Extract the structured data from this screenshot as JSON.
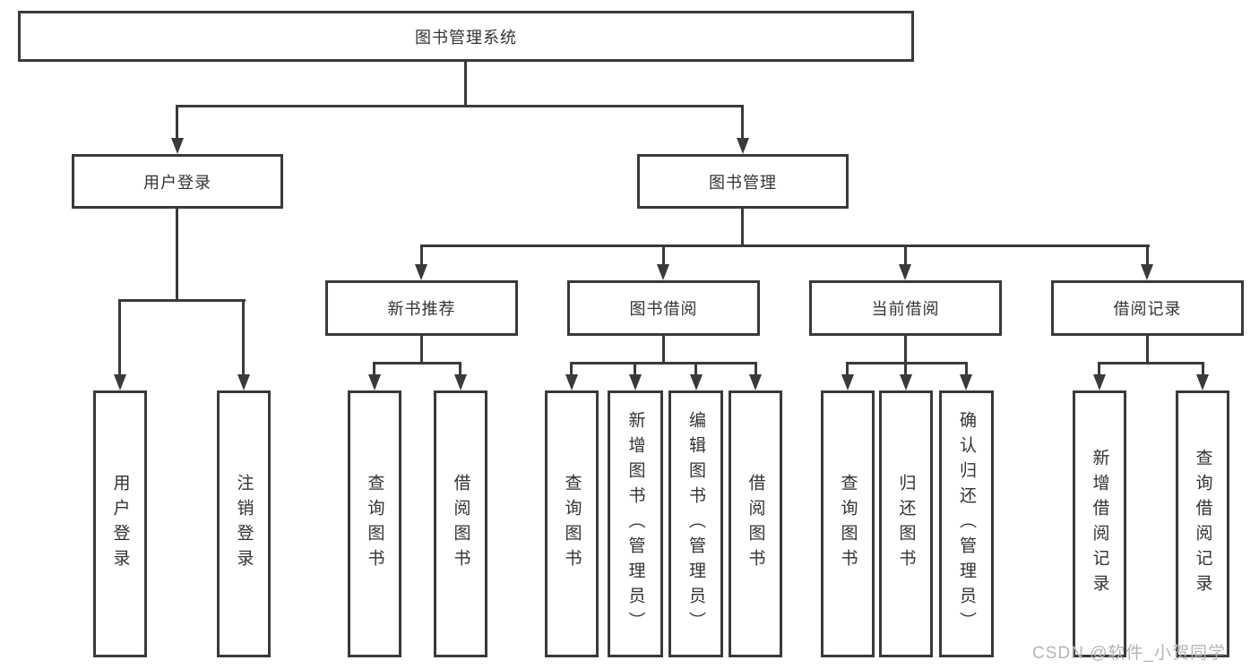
{
  "diagram": {
    "root": {
      "label": "图书管理系统"
    },
    "branches": [
      {
        "label": "用户登录",
        "children": [
          {
            "label": "用户登录"
          },
          {
            "label": "注销登录"
          }
        ]
      },
      {
        "label": "图书管理",
        "children": [
          {
            "label": "新书推荐",
            "children": [
              {
                "label": "查询图书"
              },
              {
                "label": "借阅图书"
              }
            ]
          },
          {
            "label": "图书借阅",
            "children": [
              {
                "label": "查询图书"
              },
              {
                "label": "新增图书（管理员）"
              },
              {
                "label": "编辑图书（管理员）"
              },
              {
                "label": "借阅图书"
              }
            ]
          },
          {
            "label": "当前借阅",
            "children": [
              {
                "label": "查询图书"
              },
              {
                "label": "归还图书"
              },
              {
                "label": "确认归还（管理员）"
              }
            ]
          },
          {
            "label": "借阅记录",
            "children": [
              {
                "label": "新增借阅记录"
              },
              {
                "label": "查询借阅记录"
              }
            ]
          }
        ]
      }
    ]
  },
  "watermark": {
    "text": "CSDN @软件_小贺同学"
  },
  "colors": {
    "line": "#3a3a3a",
    "text": "#333333",
    "watermark": "#b5b5b5",
    "background": "#ffffff"
  }
}
